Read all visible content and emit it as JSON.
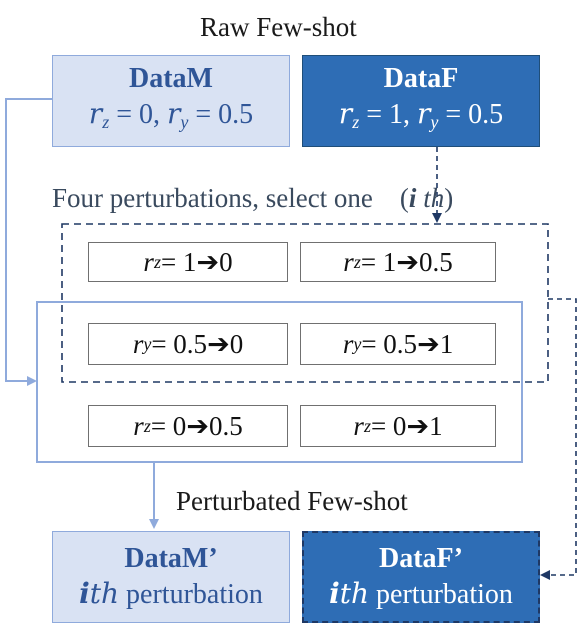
{
  "raw_title": "Raw Few-shot",
  "data_m": {
    "title": "DataM",
    "subtitle": "r_z = 0, r_y = 0.5"
  },
  "data_f": {
    "title": "DataF",
    "subtitle": "r_z = 1, r_y = 0.5"
  },
  "perturb_caption": {
    "text": "Four perturbations, select one",
    "note_i": "i",
    "note_th": " th"
  },
  "perturbations": [
    {
      "lhs_var": "r",
      "lhs_sub": "z",
      "eq": " = 1 ",
      "arrow": "➔",
      "rhs": " 0"
    },
    {
      "lhs_var": "r",
      "lhs_sub": "z",
      "eq": " = 1 ",
      "arrow": "➔",
      "rhs": "0.5"
    },
    {
      "lhs_var": "r",
      "lhs_sub": "y",
      "eq": " = 0.5 ",
      "arrow": "➔",
      "rhs": "0"
    },
    {
      "lhs_var": "r",
      "lhs_sub": "y",
      "eq": " = 0.5 ",
      "arrow": "➔",
      "rhs": "1"
    },
    {
      "lhs_var": "r",
      "lhs_sub": "z",
      "eq": " = 0 ",
      "arrow": "➔",
      "rhs": " 0.5"
    },
    {
      "lhs_var": "r",
      "lhs_sub": "z",
      "eq": " = 0 ",
      "arrow": "➔",
      "rhs": " 1"
    }
  ],
  "perturbated_title": "Perturbated Few-shot",
  "data_m_prime": {
    "title": "DataM’",
    "sub_italic": "i",
    "sub_th": "th",
    "sub_rest": " perturbation"
  },
  "data_f_prime": {
    "title": "DataF’",
    "sub_italic": "i",
    "sub_th": "th",
    "sub_rest": " perturbation"
  },
  "colors": {
    "light_fill": "#d9e2f3",
    "light_border": "#8faadc",
    "dark_fill": "#2e6db5",
    "dashed_line": "#1f3864"
  }
}
